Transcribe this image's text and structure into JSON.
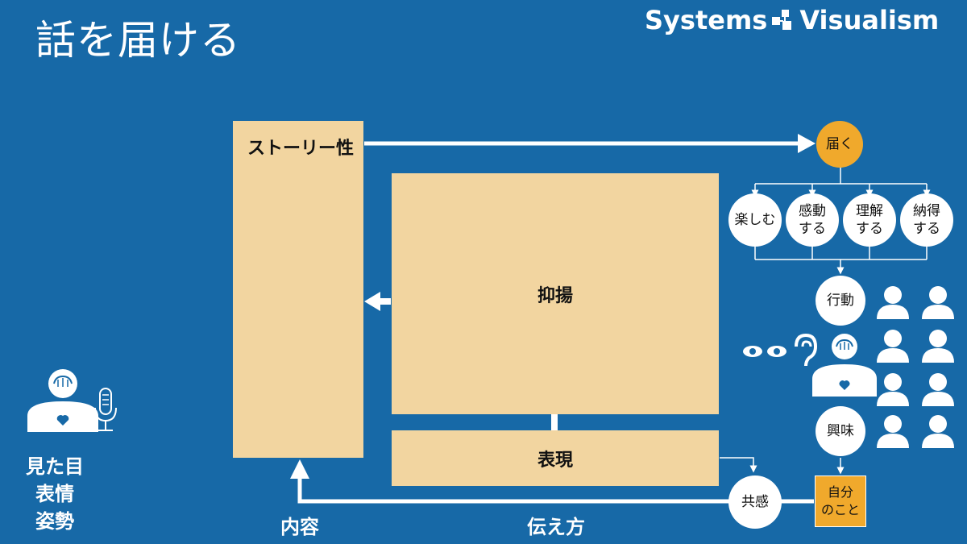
{
  "title": "話を届ける",
  "brand": {
    "left": "Systems",
    "right": "Visualism"
  },
  "boxes": {
    "story": "ストーリー性",
    "yokuyo": "抑揚",
    "hyogen": "表現"
  },
  "circles": {
    "todoku": "届く",
    "tanoshimu": "楽しむ",
    "kando": [
      "感動",
      "する"
    ],
    "rikai": [
      "理解",
      "する"
    ],
    "nattoku": [
      "納得",
      "する"
    ],
    "kodo": "行動",
    "kyomi": "興味",
    "kyokan": "共感"
  },
  "jibun": [
    "自分",
    "のこと"
  ],
  "left_labels": [
    "見た目",
    "表情",
    "姿勢"
  ],
  "bottom_labels": {
    "naiyo": "内容",
    "tsutaekata": "伝え方"
  },
  "colors": {
    "background": "#1769a7",
    "box": "#f2d5a0",
    "accent": "#f0a92c"
  }
}
